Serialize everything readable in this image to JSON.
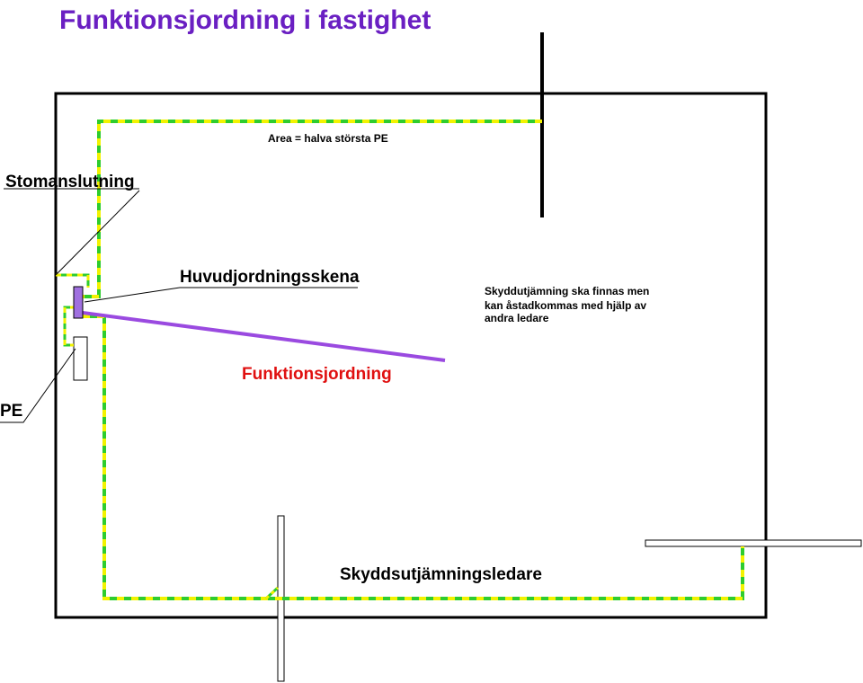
{
  "title": "Funktionsjordning i fastighet",
  "labels": {
    "area_note": "Area = halva största PE",
    "stomanslutning": "Stomanslutning",
    "huvudjordningsskena": "Huvudjordningsskena",
    "funktionsjordning": "Funktionsjordning",
    "pe": "PE",
    "skyddsutjamningsledare": "Skyddsutjämningsledare",
    "note_line1": "Skyddutjämning ska finnas men",
    "note_line2": "kan åstadkommas med hjälp av",
    "note_line3": "andra ledare"
  },
  "colors": {
    "title": "#6a1fc2",
    "frame": "#000000",
    "pe_green": "#2ecc2e",
    "pe_yellow": "#f2f200",
    "functional_earth": "#9a4ae0",
    "functional_label": "#e01010",
    "busbar_fill": "#a070e0"
  }
}
